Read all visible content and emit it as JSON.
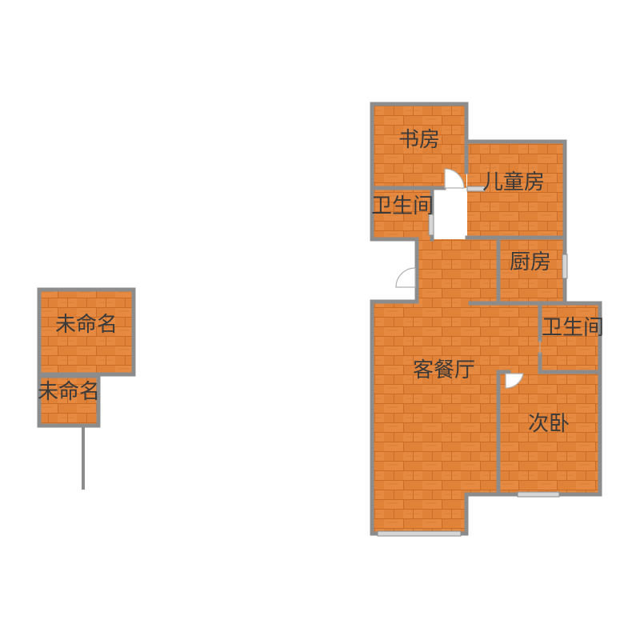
{
  "rooms": {
    "study": "书房",
    "kids_room": "儿童房",
    "bathroom_1": "卫生间",
    "kitchen": "厨房",
    "bathroom_2": "卫生间",
    "living_dining": "客餐厅",
    "second_bedroom": "次卧",
    "unnamed_1": "未命名",
    "unnamed_2": "未命名"
  },
  "colors": {
    "floor": "#e08238",
    "floor_light": "#e8934a",
    "floor_dark": "#c96c28",
    "wall": "#8c8c8c",
    "door": "#b0b0b0",
    "window": "#d6d6d6",
    "label": "#3a3a3a",
    "background": "#ffffff"
  }
}
